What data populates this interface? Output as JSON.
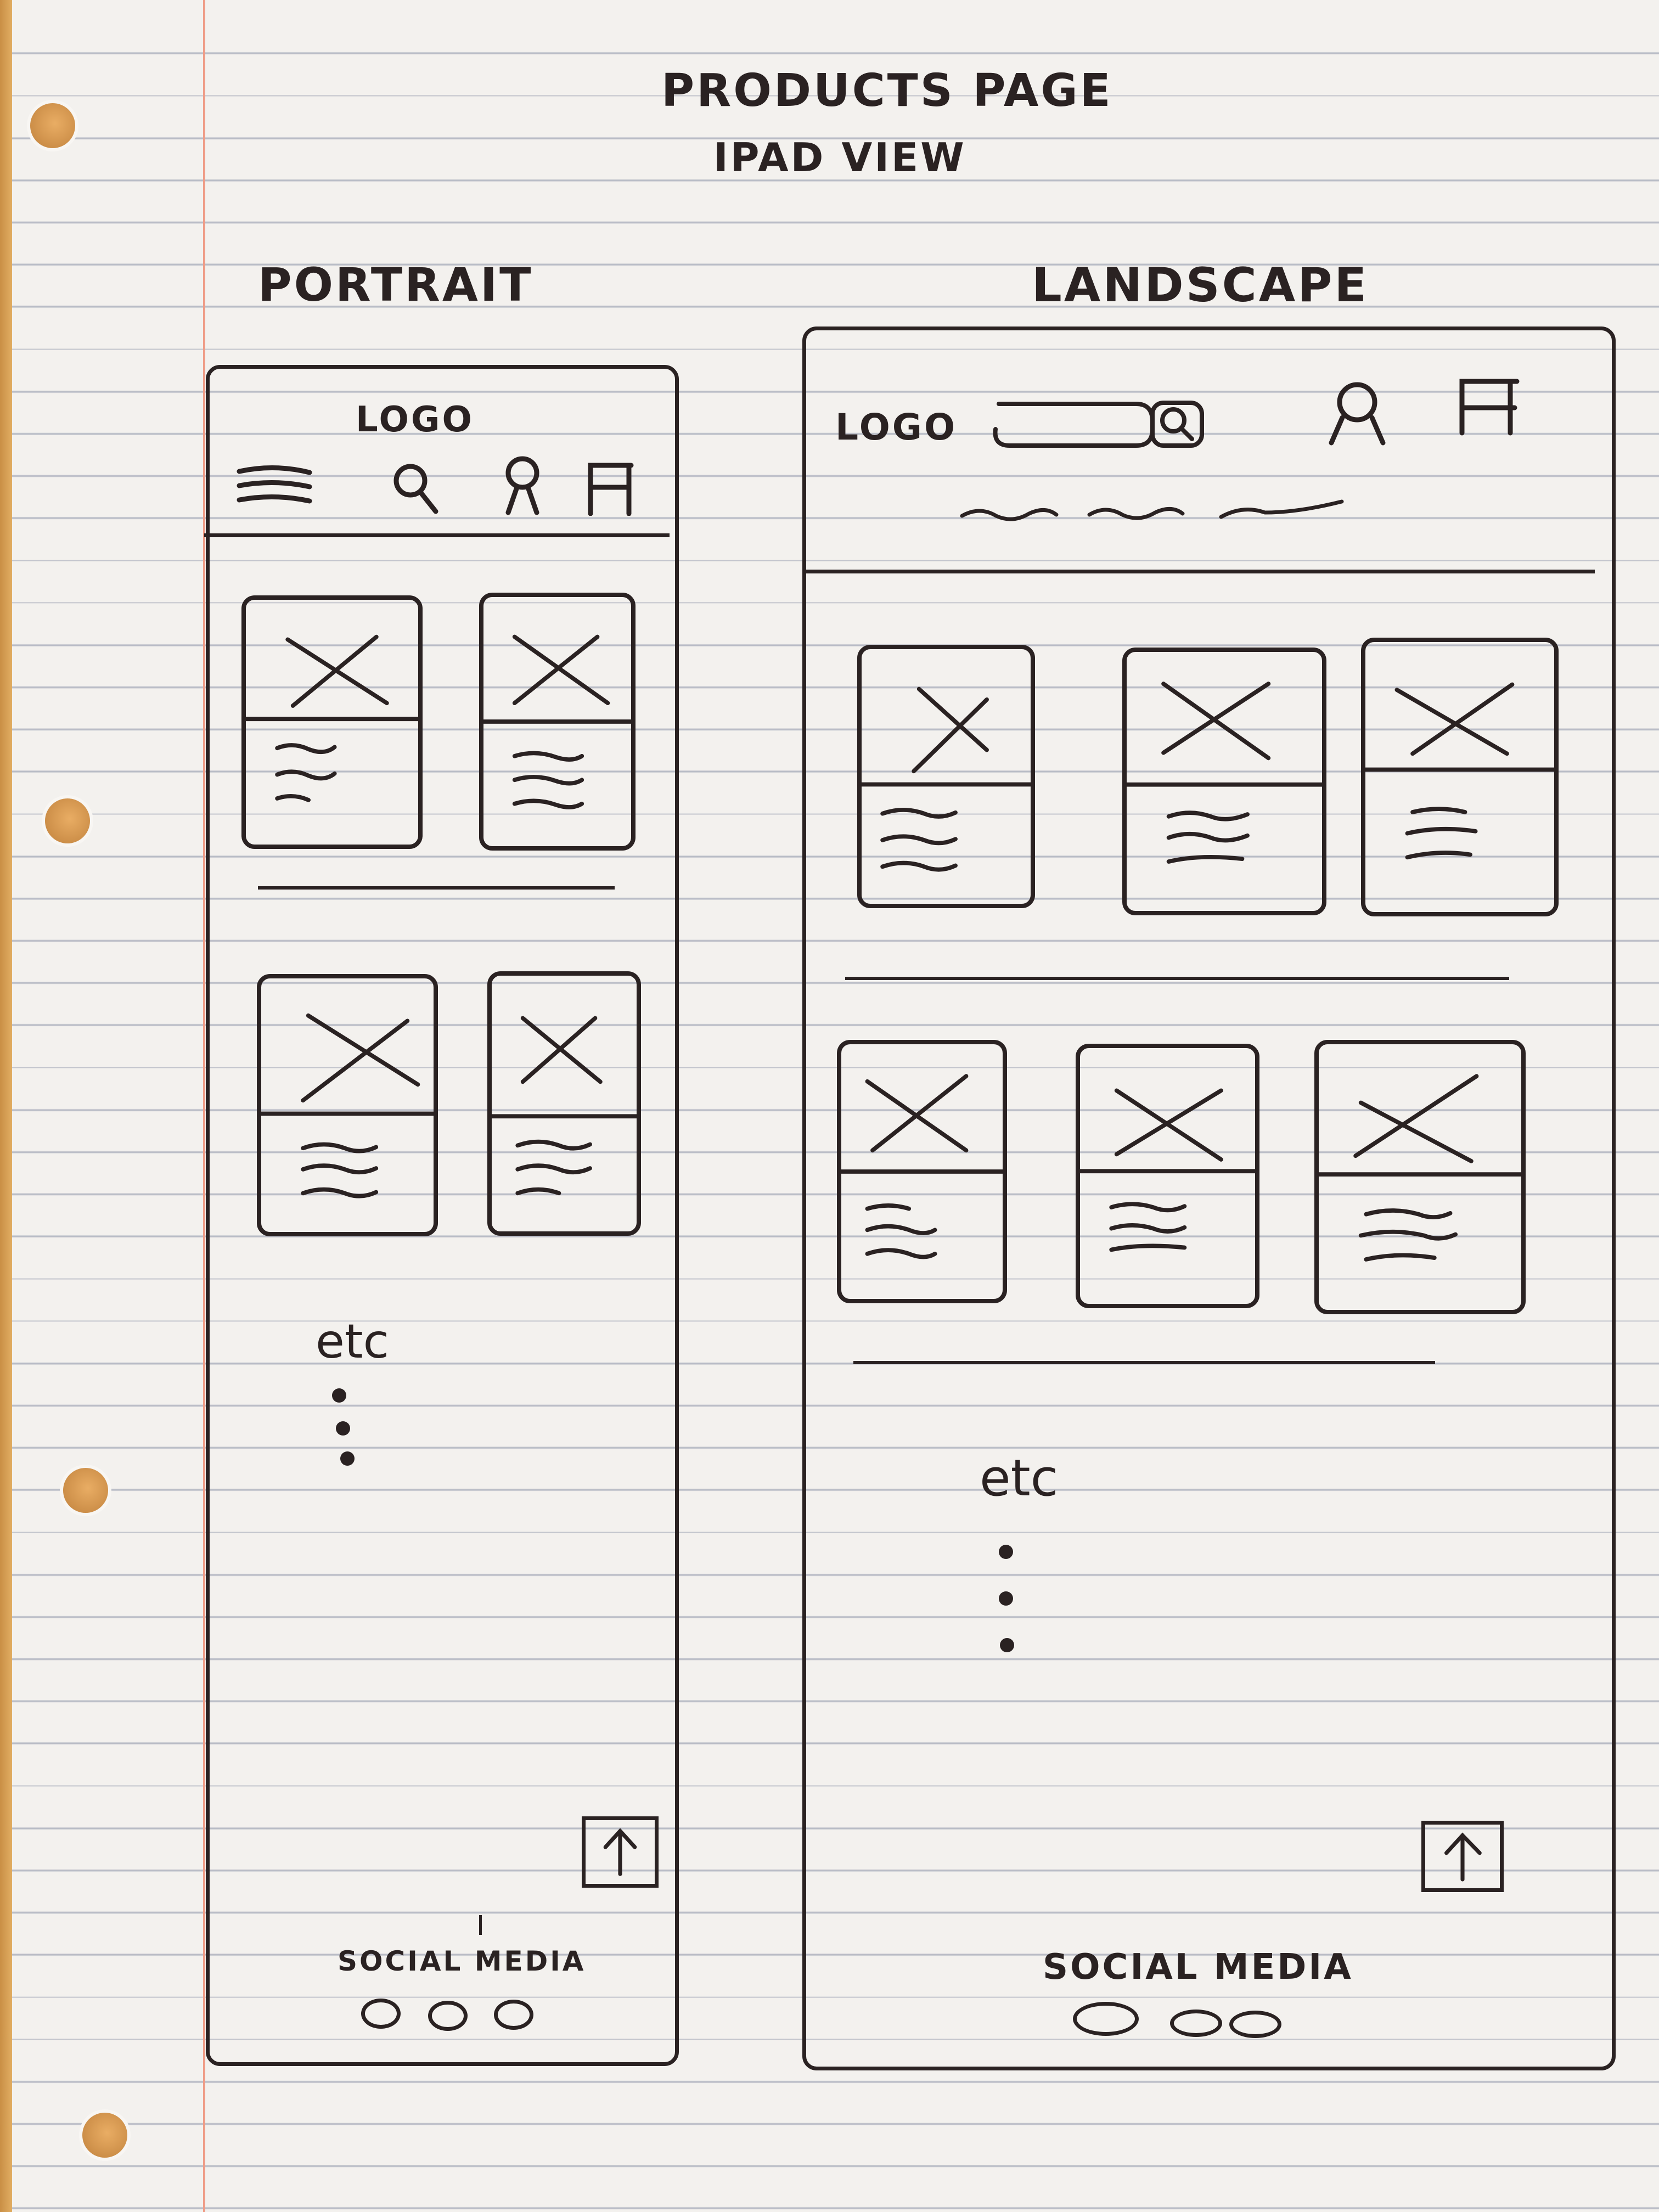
{
  "page": {
    "title_line1": "PRODUCTS PAGE",
    "title_line2": "IPAD VIEW"
  },
  "portrait": {
    "heading": "PORTRAIT",
    "logo": "LOGO",
    "etc": "etc",
    "social_label": "SOCIAL MEDIA",
    "icons": [
      "menu-icon",
      "search-icon",
      "user-icon",
      "cart-icon",
      "back-to-top-icon"
    ]
  },
  "landscape": {
    "heading": "LANDSCAPE",
    "logo": "LOGO",
    "etc": "etc",
    "social_label": "SOCIAL MEDIA",
    "icons": [
      "search-icon",
      "user-icon",
      "cart-icon",
      "back-to-top-icon"
    ]
  },
  "colors": {
    "ink": "#2a2222",
    "paper": "#f3f1ee",
    "rule_line": "#b9bcc6",
    "margin_line": "#ef9d88"
  }
}
